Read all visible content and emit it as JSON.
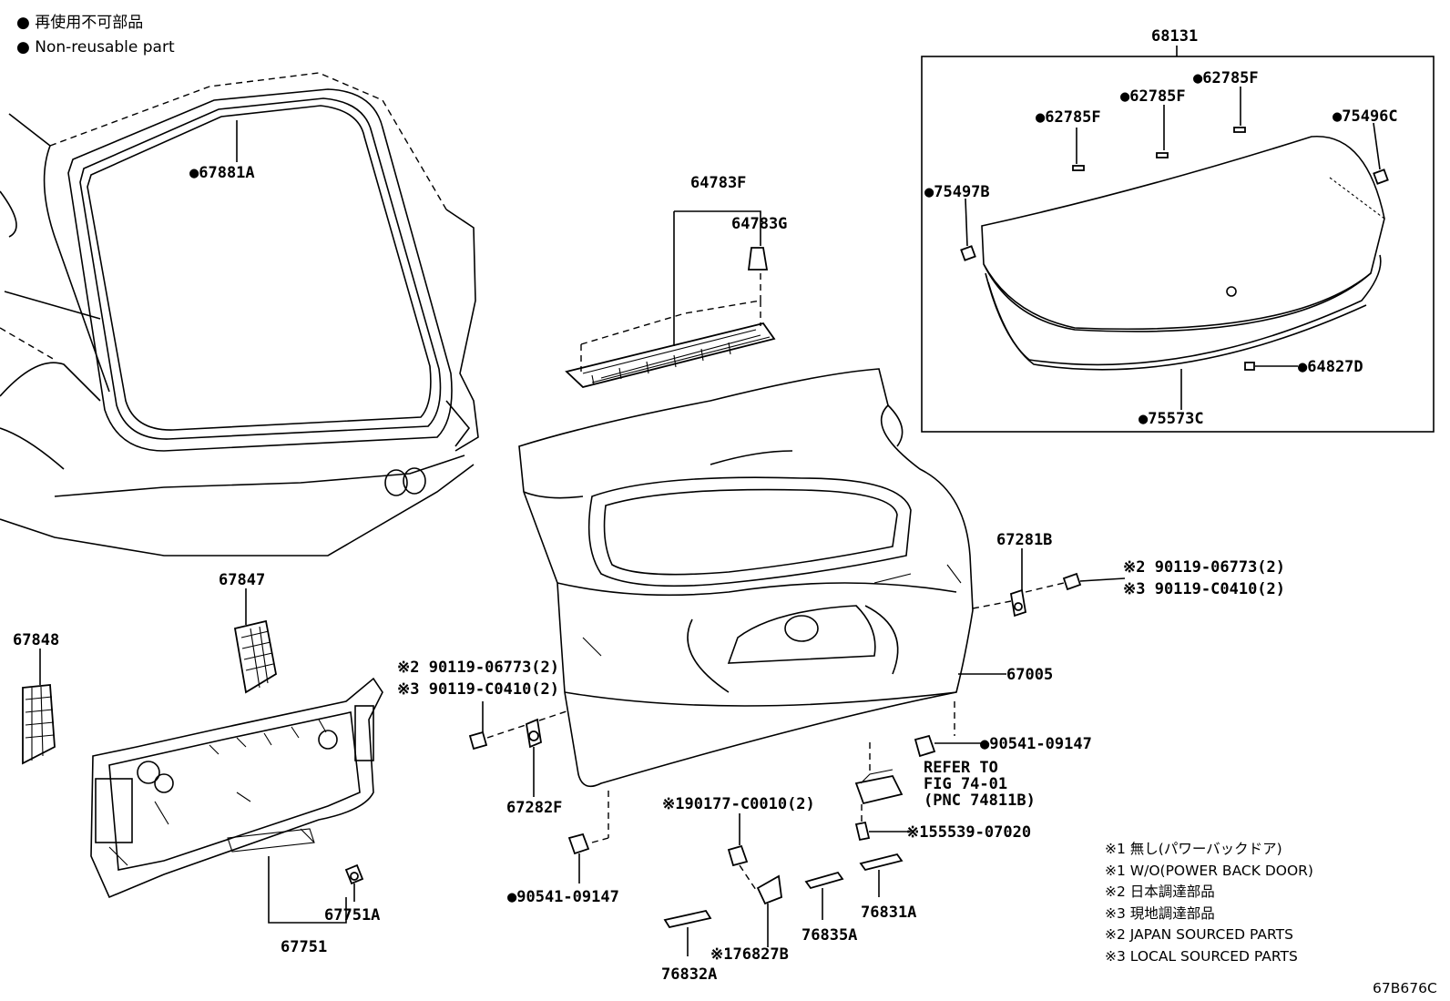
{
  "legend": {
    "jp": "● 再使用不可部品",
    "en": "● Non-reusable part"
  },
  "labels": {
    "p68131": "68131",
    "p62785F_a": "●62785F",
    "p62785F_b": "●62785F",
    "p62785F_c": "●62785F",
    "p75496C": "●75496C",
    "p75497B": "●75497B",
    "p64827D": "●64827D",
    "p75573C": "●75573C",
    "p67881A": "●67881A",
    "p64783F": "64783F",
    "p64783G": "64783G",
    "p67281B": "67281B",
    "p90119_06773_r": "※2 90119-06773(2)",
    "p90119_C0410_r": "※3 90119-C0410(2)",
    "p67005": "67005",
    "p90541_09147_r": "●90541-09147",
    "refer1": "REFER TO",
    "refer2": "FIG 74-01",
    "refer3": "(PNC 74811B)",
    "p90177": "※190177-C0010(2)",
    "p55539": "※155539-07020",
    "p67847": "67847",
    "p67848": "67848",
    "p90119_06773_l": "※2 90119-06773(2)",
    "p90119_C0410_l": "※3 90119-C0410(2)",
    "p67282F": "67282F",
    "p90541_09147_l": "●90541-09147",
    "p67751A": "67751A",
    "p67751": "67751",
    "p76835A": "76835A",
    "p76831A": "76831A",
    "p76827B": "※176827B",
    "p76832A": "76832A"
  },
  "notes": [
    "※1 無し(パワーバックドア)",
    "※1 W/O(POWER BACK DOOR)",
    "※2 日本調達部品",
    "※3 現地調達部品",
    "※2 JAPAN SOURCED PARTS",
    "※3 LOCAL SOURCED PARTS"
  ],
  "figure_code": "67B676C"
}
